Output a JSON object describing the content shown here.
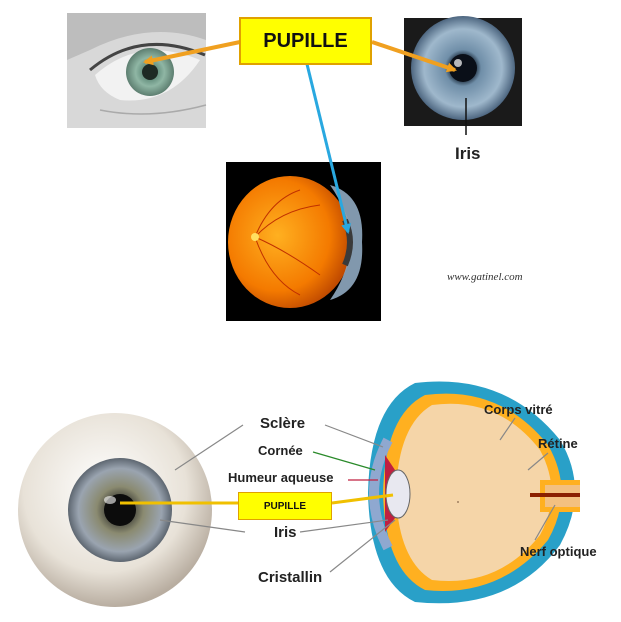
{
  "top": {
    "pupille_label": "PUPILLE",
    "iris_label": "Iris",
    "credit": "www.gatinel.com"
  },
  "bottom": {
    "pupille_label": "PUPILLE",
    "labels": {
      "sclere": "Sclère",
      "cornee": "Cornée",
      "humeur": "Humeur aqueuse",
      "iris": "Iris",
      "cristallin": "Cristallin",
      "corps_vitre": "Corps vitré",
      "retine": "Rétine",
      "nerf": "Nerf optique"
    }
  },
  "colors": {
    "arrow_orange": "#f0a020",
    "arrow_blue": "#29a8e0",
    "highlight_yellow": "#ffff00"
  }
}
